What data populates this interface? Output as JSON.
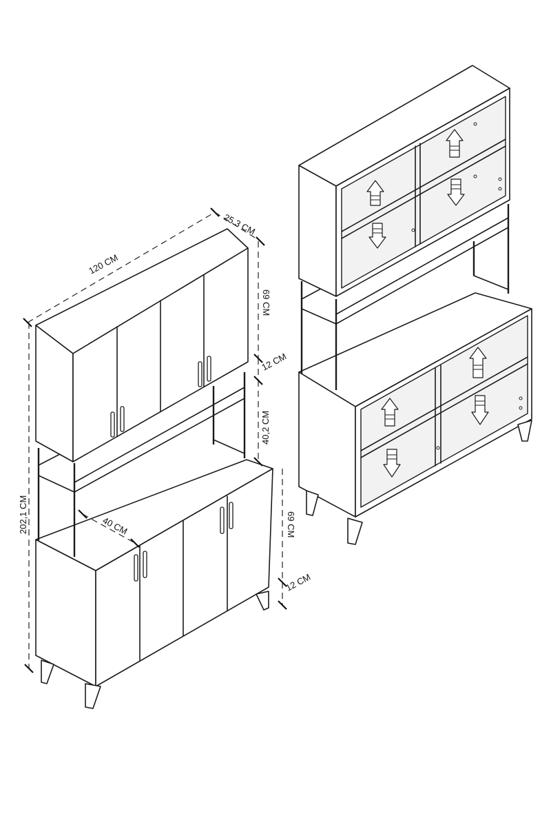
{
  "dimensions": {
    "width": "120 CM",
    "depth_top": "25.3 CM",
    "upper_height": "69 CM",
    "gap_upper": "12 CM",
    "open_height": "40,2 CM",
    "total_height": "202,1 CM",
    "depth_bottom": "40 CM",
    "lower_height": "69 CM",
    "leg_height": "12 CM"
  },
  "icons": {
    "arrow_up": "arrow-up-icon",
    "arrow_down": "arrow-down-icon"
  }
}
